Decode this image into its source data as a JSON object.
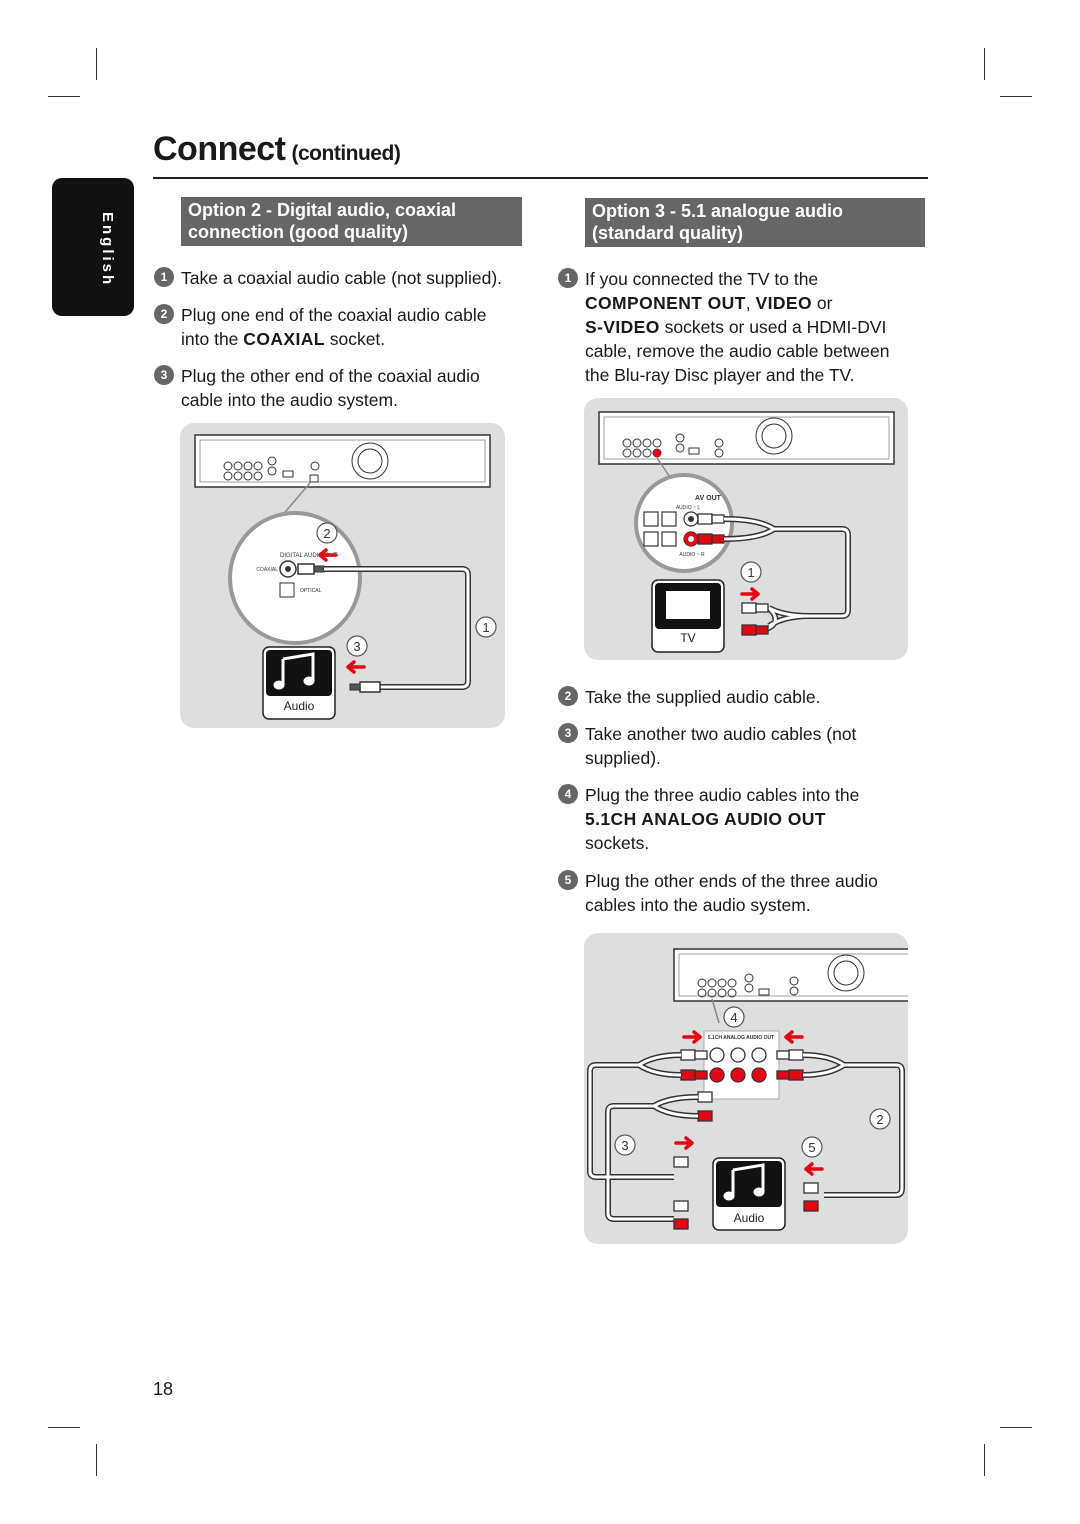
{
  "header": {
    "title": "Connect",
    "subtitle": "(continued)",
    "language_tab": "English"
  },
  "option2": {
    "heading_line1": "Option 2 - Digital audio, coaxial",
    "heading_line2": "connection (good quality)",
    "steps": [
      {
        "num": "1",
        "text": "Take a coaxial audio cable (not supplied)."
      },
      {
        "num": "2",
        "line1": "Plug one end of the coaxial audio cable",
        "line2_pre": "into the ",
        "line2_bold": "COAXIAL",
        "line2_post": " socket."
      },
      {
        "num": "3",
        "line1": "Plug the other end of the coaxial audio",
        "line2": "cable into the audio system."
      }
    ],
    "diagram": {
      "callouts": [
        "2",
        "1",
        "3"
      ],
      "jack_label": "DIGITAL AUDIO OUT",
      "coax_label": "COAXIAL",
      "optical_label": "OPTICAL",
      "device_label": "Audio"
    }
  },
  "option3": {
    "heading_line1": "Option 3 - 5.1 analogue audio",
    "heading_line2": "(standard quality)",
    "steps": [
      {
        "num": "1",
        "line1": "If you connected the TV to the",
        "line2_bold1": "COMPONENT OUT",
        "line2_mid": ", ",
        "line2_bold2": "VIDEO",
        "line2_post": " or",
        "line3_bold": "S-VIDEO",
        "line3_post": " sockets or used a HDMI-DVI",
        "line4": "cable, remove the audio cable between",
        "line5": "the Blu-ray Disc player and the TV."
      },
      {
        "num": "2",
        "text": "Take the supplied audio cable."
      },
      {
        "num": "3",
        "line1": "Take another two audio cables (not",
        "line2": "supplied)."
      },
      {
        "num": "4",
        "line1": "Plug the three audio cables into the",
        "line2_bold": "5.1CH ANALOG AUDIO OUT",
        "line3": "sockets."
      },
      {
        "num": "5",
        "line1": "Plug the other ends of the three audio",
        "line2": "cables into the audio system."
      }
    ],
    "diagram_tv": {
      "jack_label": "AV OUT",
      "audio_l": "AUDIO ~ L",
      "audio_r": "AUDIO ~ R",
      "callout": "1",
      "device_label": "TV"
    },
    "diagram_51": {
      "callouts": [
        "4",
        "2",
        "3",
        "5"
      ],
      "jack_label": "5.1CH ANALOG AUDIO OUT",
      "device_label": "Audio"
    }
  },
  "footer": {
    "page_number": "18"
  },
  "colors": {
    "accent_gray": "#666666",
    "panel_gray": "#dedede",
    "cable_red": "#e30613"
  }
}
